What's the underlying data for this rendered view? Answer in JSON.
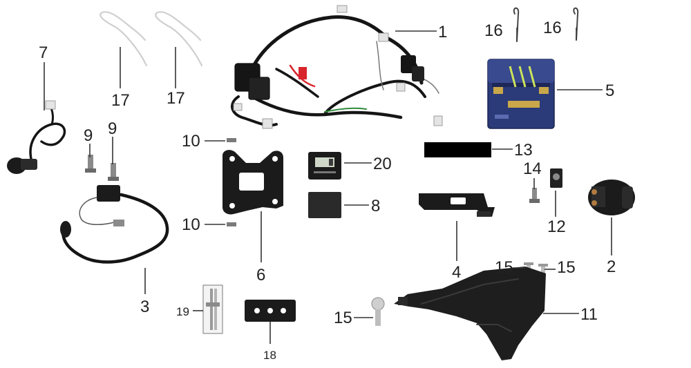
{
  "callouts": [
    {
      "key": "c1",
      "text": "1"
    },
    {
      "key": "c2",
      "text": "2"
    },
    {
      "key": "c3",
      "text": "3"
    },
    {
      "key": "c4",
      "text": "4"
    },
    {
      "key": "c5",
      "text": "5"
    },
    {
      "key": "c6",
      "text": "6"
    },
    {
      "key": "c7",
      "text": "7"
    },
    {
      "key": "c8",
      "text": "8"
    },
    {
      "key": "c9a",
      "text": "9"
    },
    {
      "key": "c9b",
      "text": "9"
    },
    {
      "key": "c10a",
      "text": "10"
    },
    {
      "key": "c10b",
      "text": "10"
    },
    {
      "key": "c11",
      "text": "11"
    },
    {
      "key": "c12",
      "text": "12"
    },
    {
      "key": "c13",
      "text": "13"
    },
    {
      "key": "c14",
      "text": "14"
    },
    {
      "key": "c15a",
      "text": "15"
    },
    {
      "key": "c15b",
      "text": "15"
    },
    {
      "key": "c15c",
      "text": "15"
    },
    {
      "key": "c16a",
      "text": "16"
    },
    {
      "key": "c16b",
      "text": "16"
    },
    {
      "key": "c17a",
      "text": "17"
    },
    {
      "key": "c17b",
      "text": "17"
    },
    {
      "key": "c18",
      "text": "18"
    },
    {
      "key": "c19",
      "text": "19"
    },
    {
      "key": "c20",
      "text": "20"
    }
  ],
  "colors": {
    "wire_black": "#151515",
    "wire_red": "#d8242b",
    "wire_green": "#2f8a3a",
    "battery_blue": "#2b3a78",
    "battery_label": "#c9a74a",
    "tie_wrap": "#d8d8d8",
    "part_dark": "#1b1b1b",
    "redaction_bar": "#000000"
  },
  "icons": {
    "wiring_harness": "wiring-harness-icon",
    "relay": "starter-relay-icon",
    "ignition_coil": "ignition-coil-icon",
    "battery_box": "battery-box-icon",
    "battery": "battery-icon",
    "bracket": "mounting-bracket-icon",
    "ignition_switch": "ignition-switch-icon",
    "rubber_pad": "rubber-pad-icon",
    "bolt": "bolt-icon",
    "fender_cover": "rear-fender-cover-icon",
    "clip_nut": "clip-nut-icon",
    "screw": "screw-icon",
    "fuse_clip": "fuse-clip-icon",
    "cable_tie": "cable-tie-icon",
    "plate": "holder-plate-icon",
    "fuse": "fuse-icon",
    "hour_meter": "hour-meter-icon"
  }
}
